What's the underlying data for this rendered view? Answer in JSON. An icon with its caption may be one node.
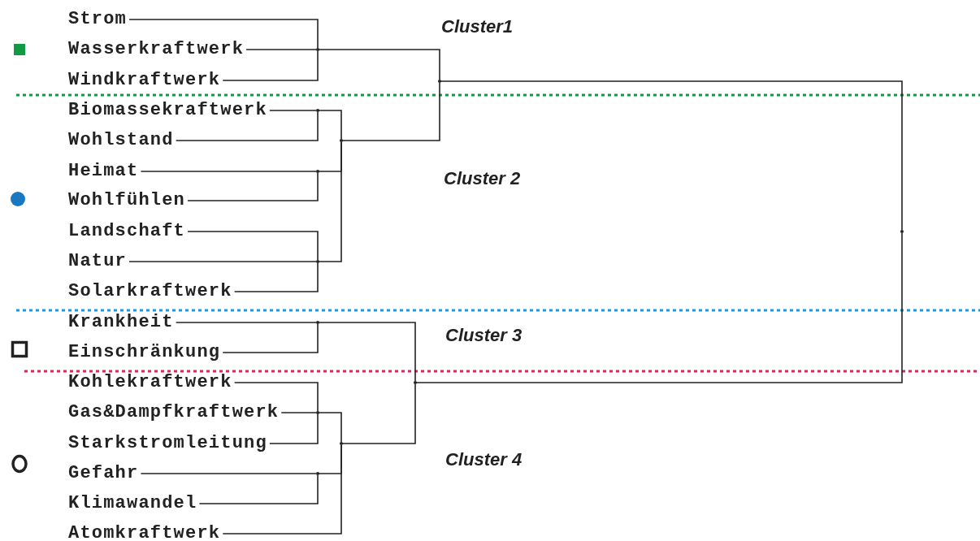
{
  "diagram": {
    "nodes": [
      {
        "text": [
          "Strom"
        ]
      },
      {
        "text": [
          "Wasserkraftwerk"
        ]
      },
      {
        "text": [
          "Windkraftwerk"
        ]
      },
      {
        "text": [
          "Biomassekraftwerk"
        ]
      },
      {
        "text": [
          "Wohlstand"
        ]
      },
      {
        "text": [
          "Heimat"
        ]
      },
      {
        "text": [
          "Wohlfühlen"
        ]
      },
      {
        "text": [
          "Landschaft"
        ]
      },
      {
        "text": [
          "Natur"
        ]
      },
      {
        "text": [
          "Solarkraftwerk"
        ]
      },
      {
        "text": [
          "Krankheit"
        ]
      },
      {
        "text": [
          "Einschränkung"
        ]
      },
      {
        "text": [
          "Kohlekraftwerk"
        ]
      },
      {
        "text": [
          "Gas&Dampfkraftwerk"
        ]
      },
      {
        "text": [
          "Starkstromleitung"
        ]
      },
      {
        "text": [
          "Gefahr"
        ]
      },
      {
        "text": [
          "Klimawandel"
        ]
      },
      {
        "text": [
          "Atomkraftwerk"
        ]
      },
      {
        "text": [],
        "shape": "point"
      },
      {
        "text": [],
        "shape": "point"
      },
      {
        "text": [],
        "shape": "point"
      },
      {
        "text": [],
        "shape": "point"
      },
      {
        "text": [],
        "shape": "point"
      },
      {
        "text": [],
        "shape": "point"
      },
      {
        "text": [],
        "shape": "point"
      },
      {
        "text": [],
        "shape": "point"
      },
      {
        "text": [],
        "shape": "point"
      },
      {
        "text": [],
        "shape": "point"
      },
      {
        "text": [],
        "shape": "point"
      },
      {
        "text": [],
        "shape": "point"
      }
    ],
    "edges": [
      {
        "from": 0,
        "to": 18,
        "arrow": "none"
      },
      {
        "from": 1,
        "to": 18,
        "arrow": "none"
      },
      {
        "from": 2,
        "to": 18,
        "arrow": "none"
      },
      {
        "from": 18,
        "to": 19,
        "arrow": "none"
      },
      {
        "from": 3,
        "to": 20,
        "arrow": "none"
      },
      {
        "from": 4,
        "to": 20,
        "arrow": "none"
      },
      {
        "from": 20,
        "to": 21,
        "arrow": "none"
      },
      {
        "from": 5,
        "to": 22,
        "arrow": "none"
      },
      {
        "from": 6,
        "to": 22,
        "arrow": "none"
      },
      {
        "from": 22,
        "to": 21,
        "arrow": "none"
      },
      {
        "from": 7,
        "to": 23,
        "arrow": "none"
      },
      {
        "from": 8,
        "to": 23,
        "arrow": "none"
      },
      {
        "from": 9,
        "to": 23,
        "arrow": "none"
      },
      {
        "from": 23,
        "to": 21,
        "arrow": "none"
      },
      {
        "from": 21,
        "to": 19,
        "arrow": "none"
      },
      {
        "from": 19,
        "to": 24,
        "arrow": "none"
      },
      {
        "from": 10,
        "to": 25,
        "arrow": "none"
      },
      {
        "from": 11,
        "to": 25,
        "arrow": "none"
      },
      {
        "from": 25,
        "to": 26,
        "arrow": "none"
      },
      {
        "from": 12,
        "to": 27,
        "arrow": "none"
      },
      {
        "from": 13,
        "to": 27,
        "arrow": "none"
      },
      {
        "from": 14,
        "to": 27,
        "arrow": "none"
      },
      {
        "from": 27,
        "to": 28,
        "arrow": "none"
      },
      {
        "from": 15,
        "to": 29,
        "arrow": "none"
      },
      {
        "from": 16,
        "to": 29,
        "arrow": "none"
      },
      {
        "from": 29,
        "to": 28,
        "arrow": "none"
      },
      {
        "from": 17,
        "to": 28,
        "arrow": "none"
      },
      {
        "from": 28,
        "to": 26,
        "arrow": "none"
      },
      {
        "from": 26,
        "to": 24,
        "arrow": "none"
      }
    ],
    "labels": [
      "Cluster1",
      "Cluster 2",
      "Cluster 3",
      "Cluster 4"
    ]
  }
}
